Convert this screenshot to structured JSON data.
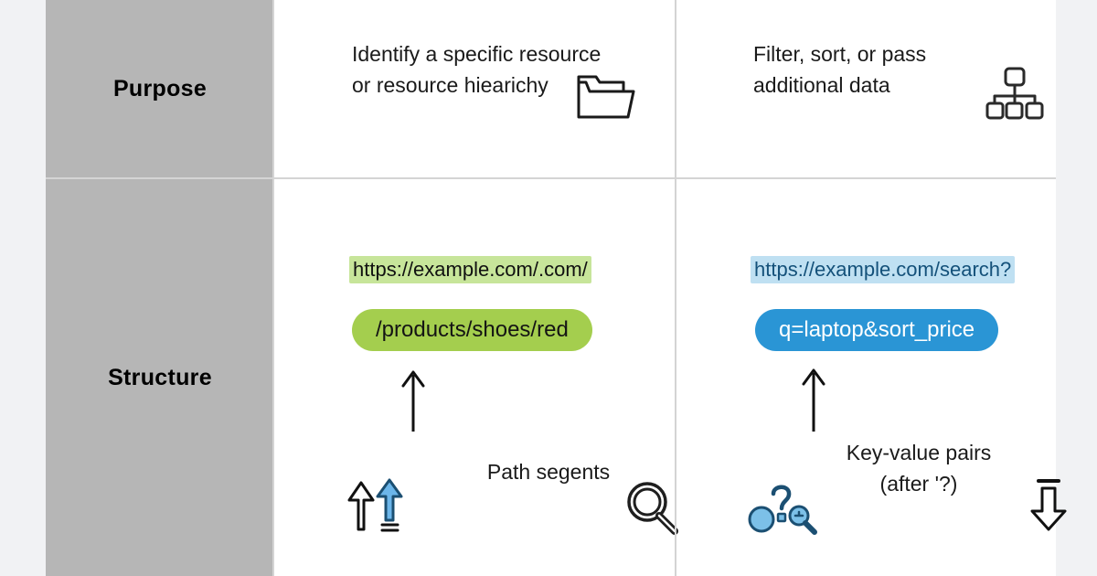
{
  "table": {
    "rows": [
      {
        "label": "Purpose",
        "path_cell": {
          "text": "Identify a specific resource\nor resource hiearichy",
          "icon": "folder-icon"
        },
        "query_cell": {
          "text": "Filter, sort, or pass\nadditional data",
          "icon": "hierarchy-icon"
        }
      },
      {
        "label": "Structure",
        "path_cell": {
          "url_line": "https://example.com/.com/",
          "pill": "/products/shoes/red",
          "caption": "Path segents",
          "icons": [
            "up-arrow-outline-icon",
            "up-arrow-blue-icon",
            "magnifier-icon"
          ]
        },
        "query_cell": {
          "url_line": "https://example.com/search?",
          "pill": "q=laptop&sort_price",
          "caption": "Key-value pairs\n(after '?)",
          "icons": [
            "question-search-icon",
            "down-arrow-outline-icon"
          ]
        }
      }
    ]
  },
  "colors": {
    "background": "#f1f2f4",
    "label_column": "#b6b6b6",
    "cell_background": "#ffffff",
    "grid_line": "#d4d4d4",
    "path_highlight": "#c7e59a",
    "path_pill": "#a4ce4e",
    "query_highlight": "#bfe0f2",
    "query_pill": "#2a95d5",
    "query_text": "#14517a",
    "accent_blue": "#5aa9e6",
    "outline_dark": "#1a1a1a"
  }
}
